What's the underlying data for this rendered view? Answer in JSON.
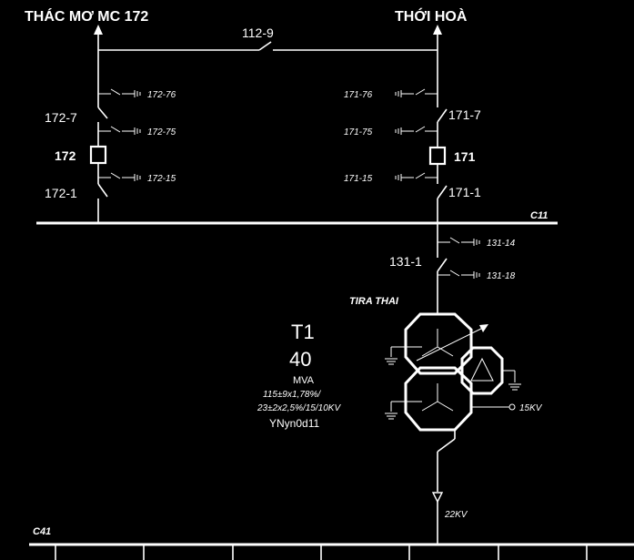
{
  "feeders": {
    "left": {
      "name": "THÁC MƠ MC 172",
      "breaker": "172",
      "disc_top": "172-7",
      "disc_bot": "172-1",
      "earth_top": "172-76",
      "earth_mid": "172-75",
      "earth_bot": "172-15"
    },
    "right": {
      "name": "THỚI HOÀ",
      "breaker": "171",
      "disc_top": "171-7",
      "disc_bot": "171-1",
      "earth_top": "171-76",
      "earth_mid": "171-75",
      "earth_bot": "171-15"
    }
  },
  "tie_switch": "112-9",
  "busbars": {
    "hv": "C11",
    "lv": "C41"
  },
  "transformer_bay": {
    "disconnector": "131-1",
    "earth_top": "131-14",
    "earth_bot": "131-18",
    "station": "TIRA THAI",
    "name": "T1",
    "rating": "40",
    "unit": "MVA",
    "ratio_line1": "115±9x1,78%/",
    "ratio_line2": "23±2x2,5%/15/10KV",
    "vector_group": "YNyn0d11",
    "tertiary": "15KV",
    "secondary": "22KV"
  }
}
